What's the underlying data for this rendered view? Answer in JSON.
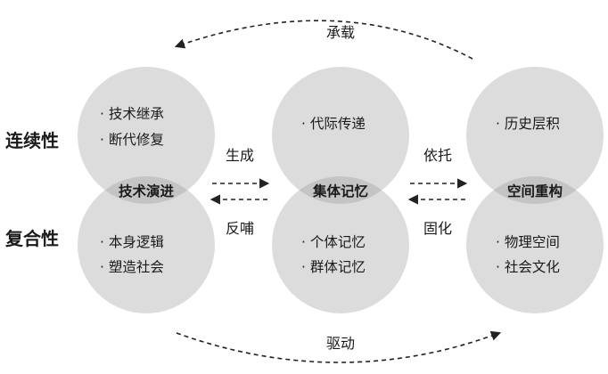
{
  "side_labels": {
    "top": "连续性",
    "bottom": "复合性"
  },
  "columns": [
    {
      "top_items": [
        "· 技术继承",
        "· 断代修复"
      ],
      "core": "技术演进",
      "bottom_items": [
        "· 本身逻辑",
        "· 塑造社会"
      ]
    },
    {
      "top_items": [
        "· 代际传递"
      ],
      "core": "集体记忆",
      "bottom_items": [
        "· 个体记忆",
        "· 群体记忆"
      ]
    },
    {
      "top_items": [
        "· 历史层积"
      ],
      "core": "空间重构",
      "bottom_items": [
        "· 物理空间",
        "· 社会文化"
      ]
    }
  ],
  "relations": {
    "left_forward": "生成",
    "left_backward": "反哺",
    "right_forward": "依托",
    "right_backward": "固化",
    "top_arc": "承载",
    "bottom_arc": "驱动"
  },
  "colors": {
    "circle_fill": "#dcdcdc",
    "overlap_fill": "#c4c4c4",
    "line": "#222222",
    "text": "#1a1a1a"
  }
}
